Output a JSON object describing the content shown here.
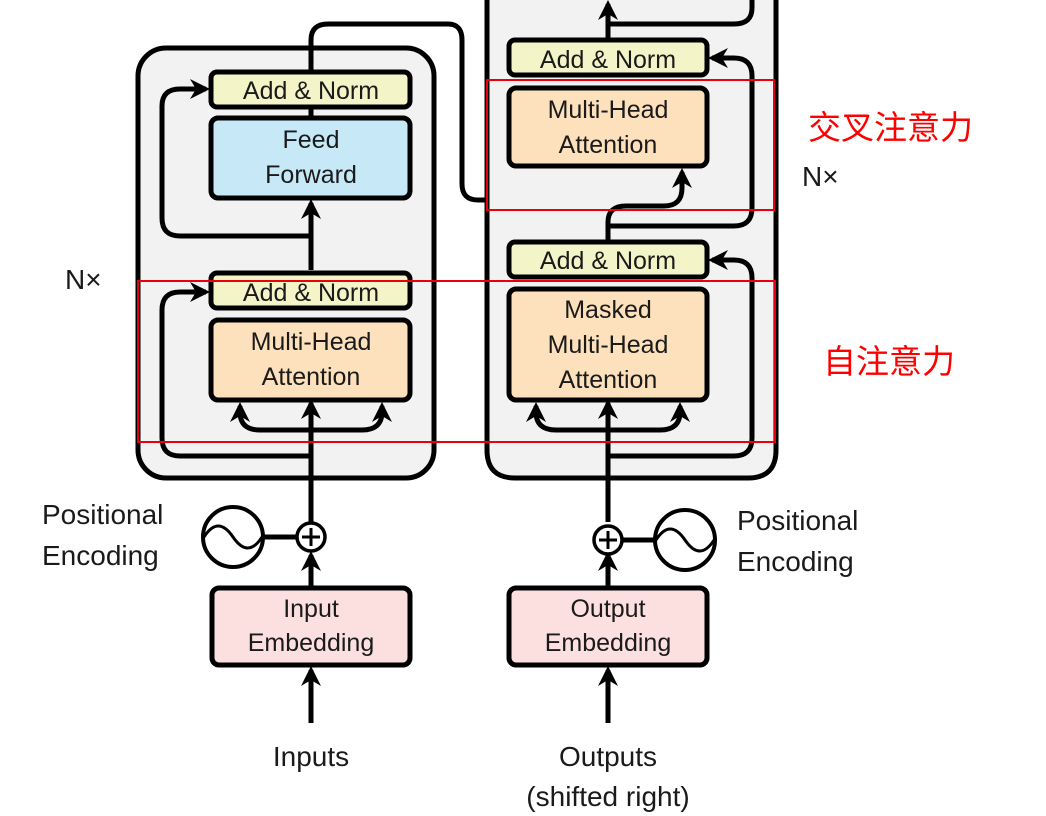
{
  "colors": {
    "add_norm": "#f3f5c8",
    "feed_forward": "#c6e8f7",
    "attention": "#fde0bc",
    "embedding": "#fce0e0",
    "stack_bg": "#f2f2f2",
    "highlight": "#e8000b"
  },
  "encoder": {
    "repeat_label": "N×",
    "add_norm_top": "Add & Norm",
    "feed_forward": [
      "Feed",
      "Forward"
    ],
    "add_norm_bottom": "Add & Norm",
    "attention": [
      "Multi-Head",
      "Attention"
    ],
    "positional_encoding": [
      "Positional",
      "Encoding"
    ],
    "embedding": [
      "Input",
      "Embedding"
    ],
    "input_label": "Inputs"
  },
  "decoder": {
    "repeat_label": "N×",
    "add_norm_top": "Add & Norm",
    "cross_attention": [
      "Multi-Head",
      "Attention"
    ],
    "add_norm_bottom": "Add & Norm",
    "masked_attention": [
      "Masked",
      "Multi-Head",
      "Attention"
    ],
    "positional_encoding": [
      "Positional",
      "Encoding"
    ],
    "embedding": [
      "Output",
      "Embedding"
    ],
    "input_label": [
      "Outputs",
      "(shifted right)"
    ]
  },
  "annotations": {
    "cross_attention": "交叉注意力",
    "self_attention": "自注意力"
  }
}
